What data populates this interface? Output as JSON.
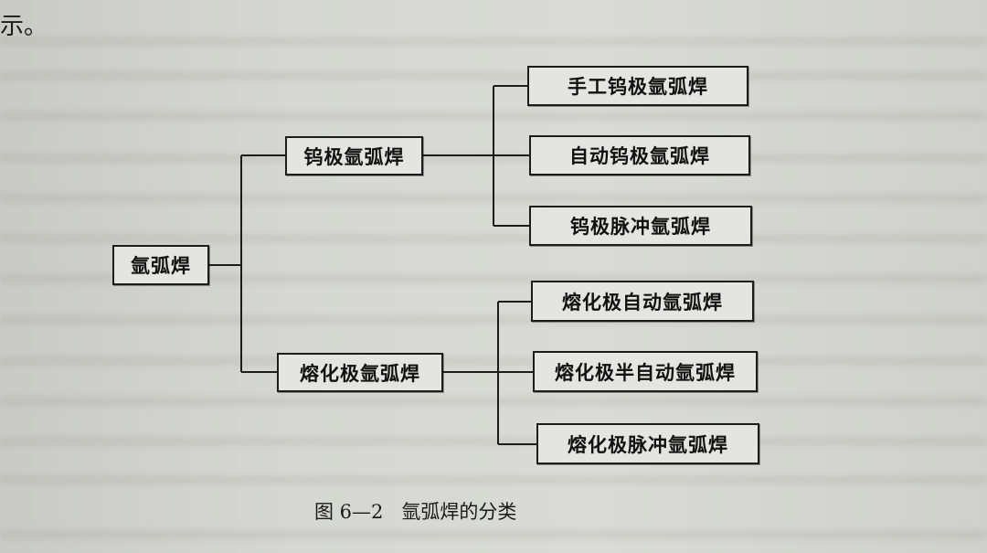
{
  "page_top_text": "示。",
  "diagram": {
    "root": "氩弧焊",
    "branch_tungsten": {
      "label": "钨极氩弧焊",
      "children": [
        "手工钨极氩弧焊",
        "自动钨极氩弧焊",
        "钨极脉冲氩弧焊"
      ]
    },
    "branch_consumable": {
      "label": "熔化极氩弧焊",
      "children": [
        "熔化极自动氩弧焊",
        "熔化极半自动氩弧焊",
        "熔化极脉冲氩弧焊"
      ]
    }
  },
  "caption": "图 6—2   氩弧焊的分类"
}
